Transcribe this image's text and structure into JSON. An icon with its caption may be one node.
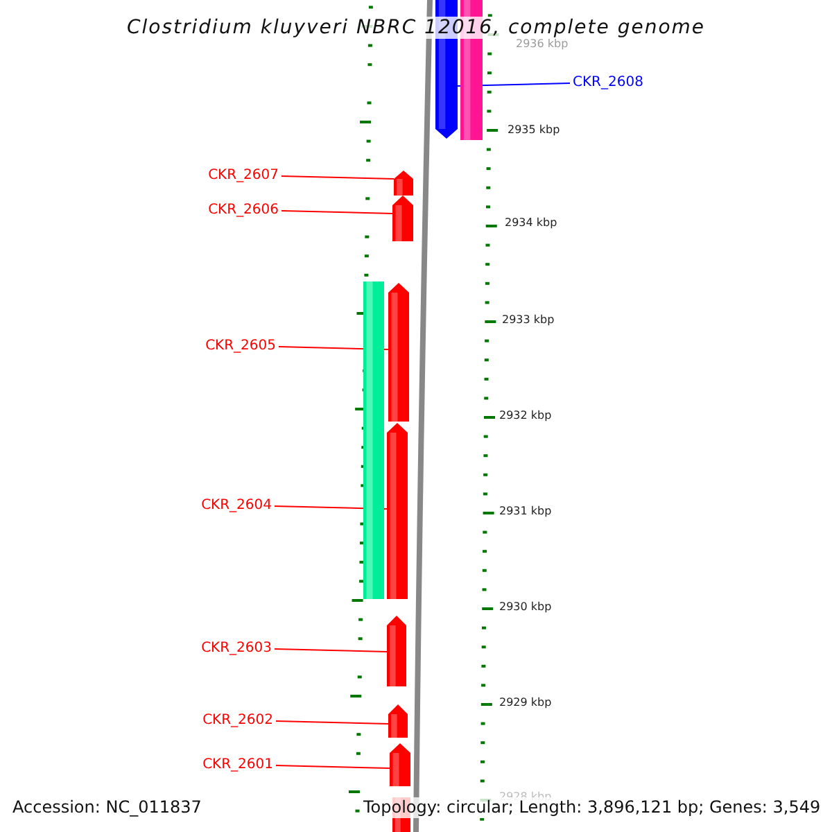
{
  "diagram": {
    "title": "Clostridium kluyveri NBRC 12016, complete genome",
    "nodes": [
      {
        "text": [],
        "shape": "pentagon"
      },
      {
        "text": [],
        "shape": "bar"
      },
      {
        "text": [
          "CKR_2608"
        ]
      },
      {
        "text": [],
        "shape": "pentagon"
      },
      {
        "text": [
          "CKR_2607"
        ]
      },
      {
        "text": [
          "CKR_2606"
        ]
      },
      {
        "text": [],
        "shape": "pentagon"
      },
      {
        "text": [],
        "shape": "bar"
      },
      {
        "text": [],
        "shape": "pentagon"
      },
      {
        "text": [
          "CKR_2605"
        ]
      },
      {
        "text": [],
        "shape": "pentagon"
      },
      {
        "text": [
          "CKR_2604"
        ]
      },
      {
        "text": [],
        "shape": "pentagon"
      },
      {
        "text": [
          "CKR_2603"
        ]
      },
      {
        "text": [
          "CKR_2602"
        ]
      },
      {
        "text": [],
        "shape": "pentagon"
      },
      {
        "text": [
          "CKR_2601"
        ]
      },
      {
        "text": [],
        "shape": "pentagon"
      },
      {
        "text": [],
        "shape": "bar"
      }
    ],
    "edges": [
      {
        "from": 2,
        "to": 0,
        "arrow": "none",
        "color": "#0000ff"
      },
      {
        "from": 4,
        "to": 3,
        "arrow": "none"
      },
      {
        "from": 5,
        "to": 6,
        "arrow": "none"
      },
      {
        "from": 9,
        "to": 8,
        "arrow": "none"
      },
      {
        "from": 11,
        "to": 10,
        "arrow": "none"
      },
      {
        "from": 13,
        "to": 12,
        "arrow": "none"
      },
      {
        "from": 14,
        "to": 15,
        "arrow": "none"
      },
      {
        "from": 16,
        "to": 17,
        "arrow": "none"
      }
    ],
    "labels": [
      "2936 kbp",
      "2935 kbp",
      "2934 kbp",
      "2933 kbp",
      "2932 kbp",
      "2931 kbp",
      "2930 kbp",
      "2929 kbp",
      "2928 kbp",
      "Accession: NC_011837",
      "Topology: circular; Length: 3,896,121 bp; Genes: 3,549"
    ]
  }
}
